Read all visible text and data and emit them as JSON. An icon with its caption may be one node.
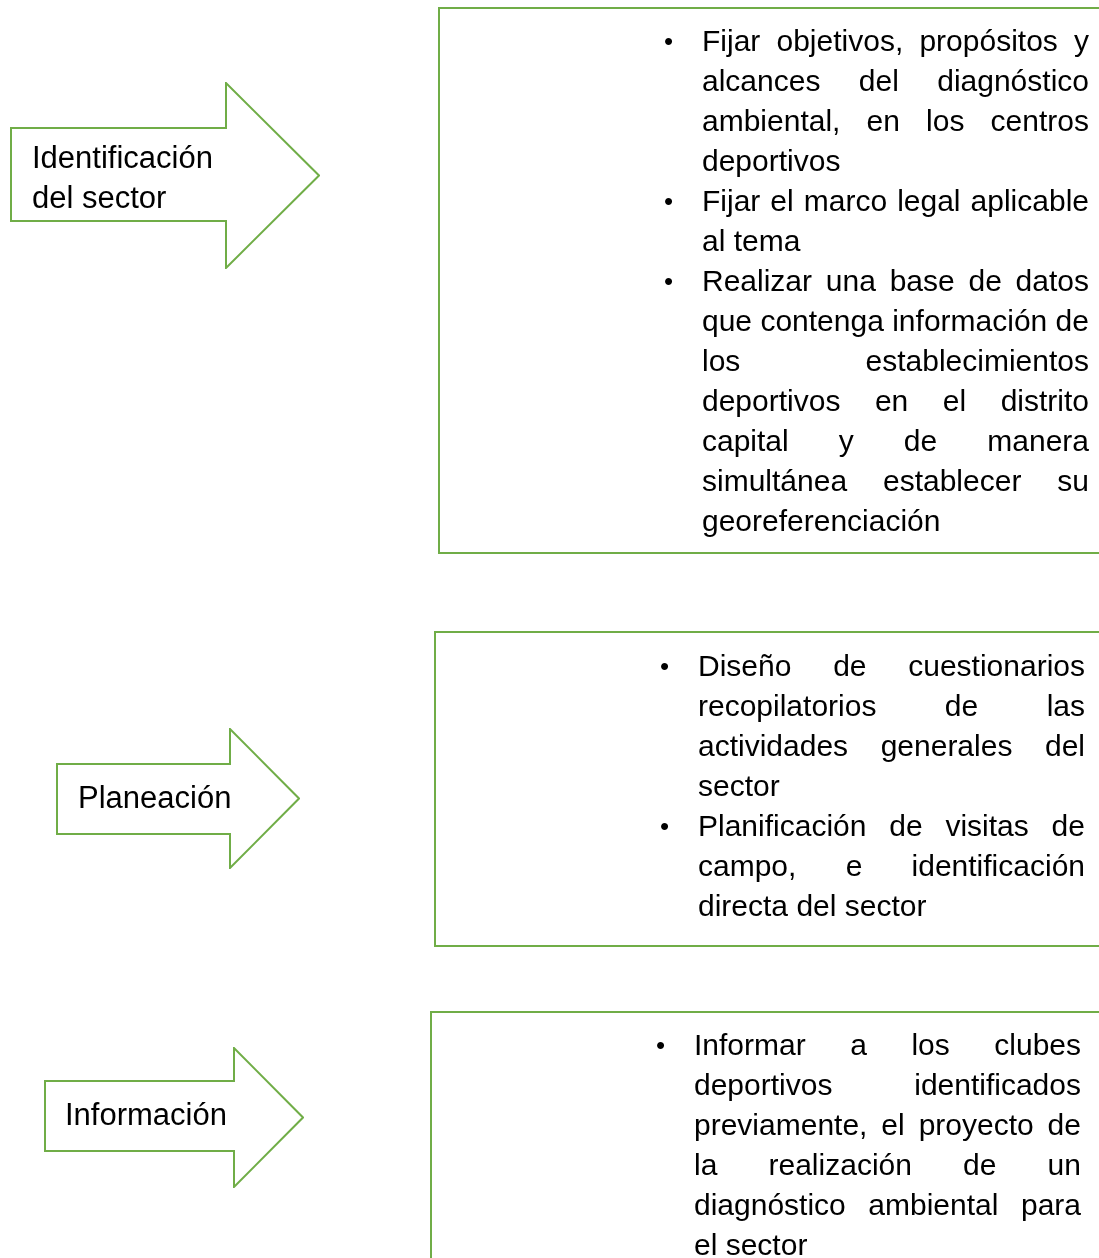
{
  "diagram": {
    "nodes": [
      {
        "text": [
          "Identificación del sector"
        ]
      },
      {
        "text": [
          "Fijar objetivos, propósitos y alcances del diagnóstico ambiental, en los centros deportivos",
          "Fijar el marco legal aplicable al tema",
          "Realizar una base de datos que contenga información de los establecimientos deportivos en el distrito capital y de manera simultánea establecer su georeferenciación"
        ]
      },
      {
        "text": [
          "Planeación"
        ]
      },
      {
        "text": [
          "Diseño de cuestionarios recopilatorios de las actividades generales del sector",
          "Planificación de visitas de campo, e identificación directa del sector"
        ]
      },
      {
        "text": [
          "Información"
        ]
      },
      {
        "text": [
          "Informar a los clubes deportivos identificados previamente, el proyecto de la realización de un diagnóstico ambiental para el sector"
        ]
      }
    ],
    "labels": [
      "•",
      "•",
      "•",
      "•",
      "•",
      "•"
    ]
  }
}
